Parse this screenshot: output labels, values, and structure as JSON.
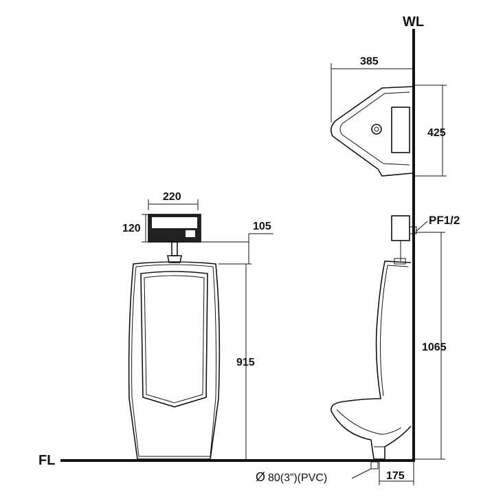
{
  "labels": {
    "wall": "WL",
    "floor": "FL",
    "pipe_fitting": "PF1/2",
    "drain": "80(3”)(PVC)",
    "diameter_symbol": "Ø"
  },
  "front_view": {
    "sensor_width": "220",
    "sensor_height": "120",
    "pipe_offset": "105",
    "inlet_height": "915"
  },
  "side_view": {
    "projection": "385",
    "sensor_height": "425",
    "inlet_height": "1065",
    "drain_offset": "175"
  }
}
